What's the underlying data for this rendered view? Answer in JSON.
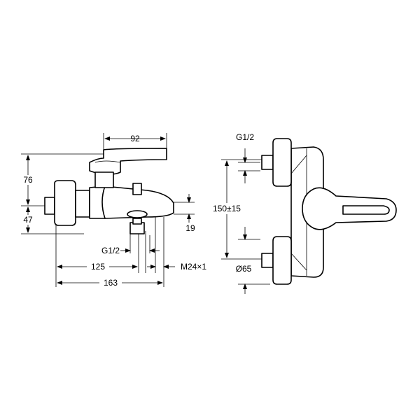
{
  "side_view": {
    "dim_lever_depth": "92",
    "dim_upper_height": "76",
    "dim_lower_height": "47",
    "dim_spout_offset": "19",
    "dim_inlet_thread": "G1/2",
    "dim_inlet_to_outlet": "125",
    "dim_outlet_thread": "M24×1",
    "dim_total_depth": "163"
  },
  "front_view": {
    "dim_inlet_thread": "G1/2",
    "dim_centre_distance": "150±15",
    "dim_rosette_diameter": "Ø65"
  }
}
